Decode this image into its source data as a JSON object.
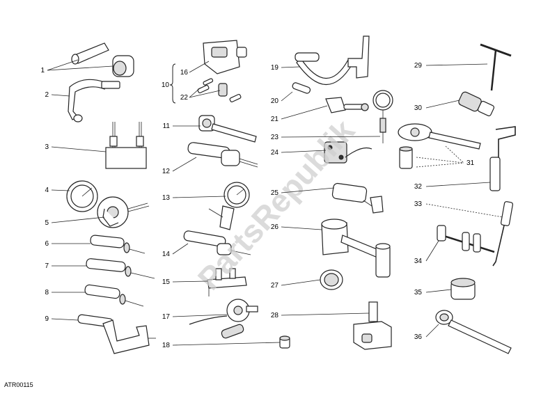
{
  "diagram_code": "ATR00115",
  "watermark": "PartsRepublik",
  "callouts": {
    "c1": "1",
    "c2": "2",
    "c3": "3",
    "c4": "4",
    "c5": "5",
    "c6": "6",
    "c7": "7",
    "c8": "8",
    "c9": "9",
    "c10": "10",
    "c11": "11",
    "c12": "12",
    "c13": "13",
    "c14": "14",
    "c15": "15",
    "c16": "16",
    "c17": "17",
    "c18": "18",
    "c19": "19",
    "c20": "20",
    "c21": "21",
    "c22": "22",
    "c23": "23",
    "c24": "24",
    "c25": "25",
    "c26": "26",
    "c27": "27",
    "c28": "28",
    "c29": "29",
    "c30": "30",
    "c31": "31",
    "c32": "32",
    "c33": "33",
    "c34": "34",
    "c35": "35",
    "c36": "36"
  }
}
